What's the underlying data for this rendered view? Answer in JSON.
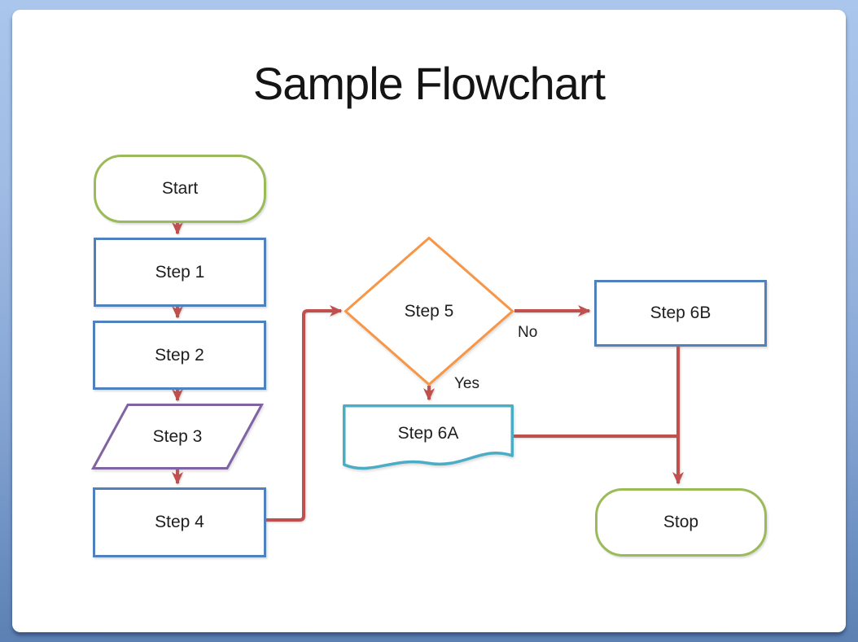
{
  "title": "Sample Flowchart",
  "colors": {
    "background_top": "#aac6ec",
    "background_bottom": "#5d80b3",
    "slide_white": "#ffffff",
    "terminator_green": "#9bbb59",
    "process_blue": "#4f81bd",
    "data_purple": "#8064a2",
    "decision_orange": "#f79646",
    "document_teal": "#4bacc6",
    "connector_red": "#c0504d",
    "text_dark": "#1e1e1e"
  },
  "nodes": {
    "start": {
      "label": "Start",
      "shape": "terminator"
    },
    "step1": {
      "label": "Step 1",
      "shape": "process"
    },
    "step2": {
      "label": "Step 2",
      "shape": "process"
    },
    "step3": {
      "label": "Step 3",
      "shape": "data-parallelogram"
    },
    "step4": {
      "label": "Step 4",
      "shape": "process"
    },
    "step5": {
      "label": "Step 5",
      "shape": "decision-diamond"
    },
    "step6a": {
      "label": "Step 6A",
      "shape": "document"
    },
    "step6b": {
      "label": "Step 6B",
      "shape": "process"
    },
    "stop": {
      "label": "Stop",
      "shape": "terminator"
    }
  },
  "edges": [
    {
      "from": "start",
      "to": "step1"
    },
    {
      "from": "step1",
      "to": "step2"
    },
    {
      "from": "step2",
      "to": "step3"
    },
    {
      "from": "step3",
      "to": "step4"
    },
    {
      "from": "step4",
      "to": "step5"
    },
    {
      "from": "step5",
      "to": "step6b",
      "label": "No"
    },
    {
      "from": "step5",
      "to": "step6a",
      "label": "Yes"
    },
    {
      "from": "step6b",
      "to": "stop"
    },
    {
      "from": "step6a",
      "to": "stop"
    }
  ]
}
